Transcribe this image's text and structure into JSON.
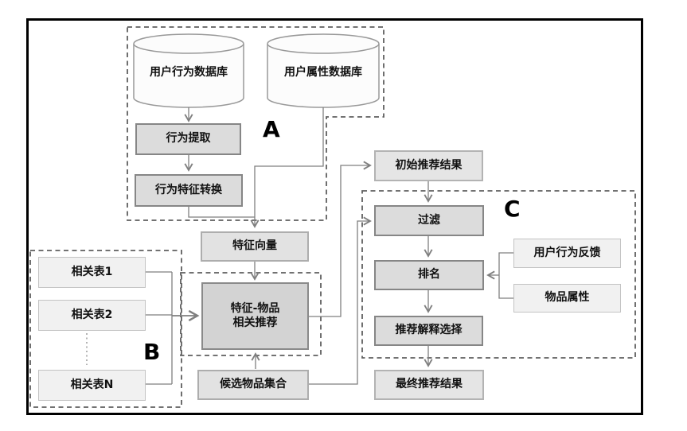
{
  "diagram": {
    "group_labels": {
      "a": "A",
      "b": "B",
      "c": "C"
    },
    "databases": {
      "behavior_db": "用户行为数据库",
      "attribute_db": "用户属性数据库"
    },
    "nodes": {
      "behavior_extract": "行为提取",
      "behavior_feature_transform": "行为特征转换",
      "feature_vector": "特征向量",
      "feature_item_line1": "特征-物品",
      "feature_item_line2": "相关推荐",
      "related_table_1": "相关表1",
      "related_table_2": "相关表2",
      "related_table_n": "相关表N",
      "candidate_item_set": "候选物品集合",
      "initial_result": "初始推荐结果",
      "filter": "过滤",
      "ranking": "排名",
      "explanation_select": "推荐解释选择",
      "final_result": "最终推荐结果",
      "user_behavior_feedback": "用户行为反馈",
      "item_attribute": "物品属性"
    },
    "colors": {
      "frame": "#000000",
      "dashed_outline": "#5f5f5f",
      "connector": "#7f7f7f",
      "process_fill": "#dcdcdc",
      "light_fill": "#f1f1f1",
      "cylinder_fill": "#fcfcfc"
    }
  }
}
